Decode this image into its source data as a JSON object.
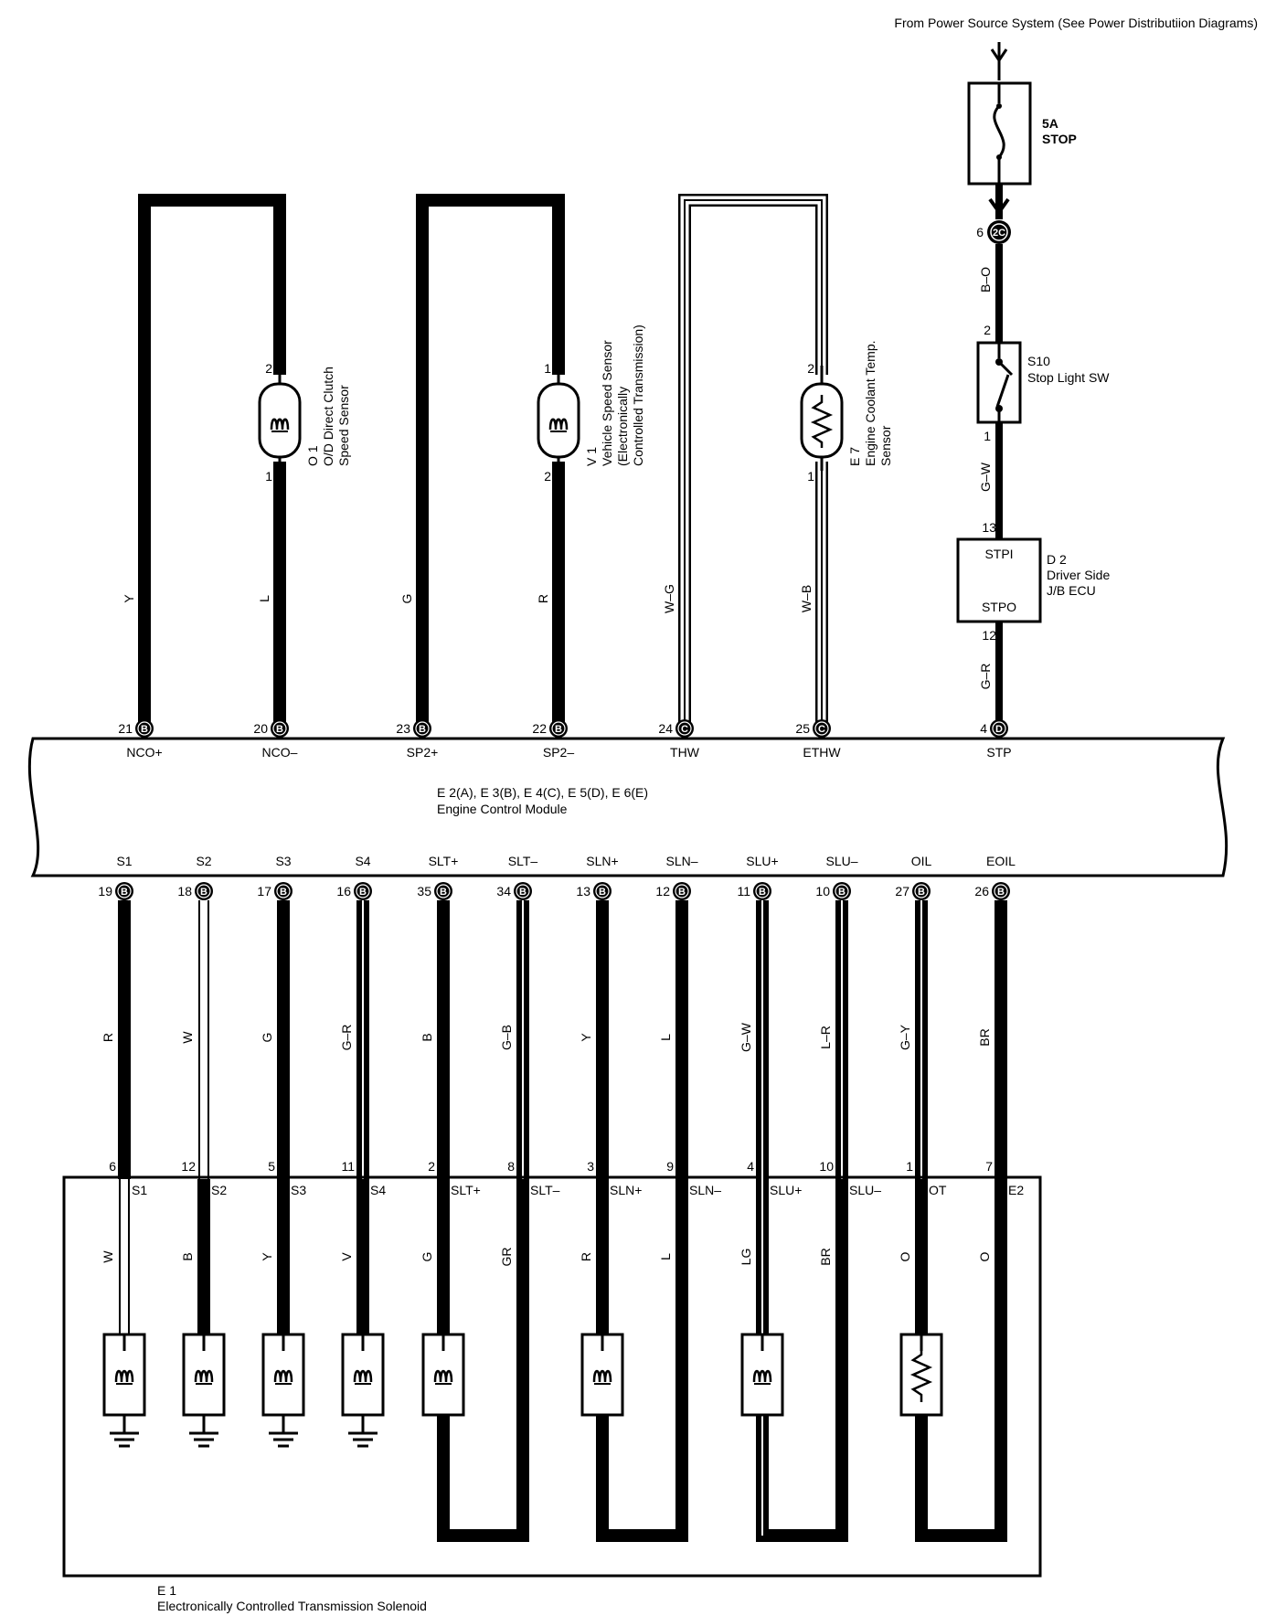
{
  "power_source": "From Power Source System (See Power Distributiion Diagrams)",
  "fuse": {
    "rating": "5A",
    "name": "STOP"
  },
  "junction_2c": {
    "pin": "6",
    "letter": "2C"
  },
  "wire_bo": "B–O",
  "stop_light_sw": {
    "code": "S10",
    "name": "Stop Light SW",
    "pin_top": "2",
    "pin_bottom": "1"
  },
  "wire_gw_stp": "G–W",
  "jb_ecu": {
    "code": "D 2",
    "name_line1": "Driver Side",
    "name_line2": "J/B ECU",
    "terminal_top": "STPI",
    "terminal_bottom": "STPO",
    "pin_top": "13",
    "pin_bottom": "12"
  },
  "wire_gr_stp": "G–R",
  "sensors": [
    {
      "code": "O 1",
      "line1": "O/D Direct Clutch",
      "line2": "Speed Sensor",
      "line3": "",
      "pin_top": "2",
      "pin_bottom": "1"
    },
    {
      "code": "V 1",
      "line1": "Vehicle Speed Sensor",
      "line2": "(Electronically",
      "line3": "Controlled Transmission)",
      "pin_top": "1",
      "pin_bottom": "2"
    },
    {
      "code": "E 7",
      "line1": "Engine Coolant Temp.",
      "line2": "Sensor",
      "line3": "",
      "pin_top": "2",
      "pin_bottom": "1"
    }
  ],
  "top_wires": [
    {
      "color": "Y",
      "pin": "21",
      "conn": "B",
      "terminal": "NCO+"
    },
    {
      "color": "L",
      "pin": "20",
      "conn": "B",
      "terminal": "NCO–"
    },
    {
      "color": "G",
      "pin": "23",
      "conn": "B",
      "terminal": "SP2+"
    },
    {
      "color": "R",
      "pin": "22",
      "conn": "B",
      "terminal": "SP2–"
    },
    {
      "color": "W–G",
      "pin": "24",
      "conn": "C",
      "terminal": "THW"
    },
    {
      "color": "W–B",
      "pin": "25",
      "conn": "C",
      "terminal": "ETHW"
    },
    {
      "color": "",
      "pin": "4",
      "conn": "D",
      "terminal": "STP"
    }
  ],
  "ecm": {
    "line1": "E 2(A), E 3(B), E 4(C), E 5(D), E 6(E)",
    "line2": "Engine Control Module"
  },
  "bottom_wires": [
    {
      "terminal": "S1",
      "pin": "19",
      "conn": "B",
      "color": "R",
      "sol_pin": "6",
      "sol_terminal": "S1",
      "inner_color": "W"
    },
    {
      "terminal": "S2",
      "pin": "18",
      "conn": "B",
      "color": "W",
      "sol_pin": "12",
      "sol_terminal": "S2",
      "inner_color": "B"
    },
    {
      "terminal": "S3",
      "pin": "17",
      "conn": "B",
      "color": "G",
      "sol_pin": "5",
      "sol_terminal": "S3",
      "inner_color": "Y"
    },
    {
      "terminal": "S4",
      "pin": "16",
      "conn": "B",
      "color": "G–R",
      "sol_pin": "11",
      "sol_terminal": "S4",
      "inner_color": "V"
    },
    {
      "terminal": "SLT+",
      "pin": "35",
      "conn": "B",
      "color": "B",
      "sol_pin": "2",
      "sol_terminal": "SLT+",
      "inner_color": "G"
    },
    {
      "terminal": "SLT–",
      "pin": "34",
      "conn": "B",
      "color": "G–B",
      "sol_pin": "8",
      "sol_terminal": "SLT–",
      "inner_color": "GR"
    },
    {
      "terminal": "SLN+",
      "pin": "13",
      "conn": "B",
      "color": "Y",
      "sol_pin": "3",
      "sol_terminal": "SLN+",
      "inner_color": "R"
    },
    {
      "terminal": "SLN–",
      "pin": "12",
      "conn": "B",
      "color": "L",
      "sol_pin": "9",
      "sol_terminal": "SLN–",
      "inner_color": "L"
    },
    {
      "terminal": "SLU+",
      "pin": "11",
      "conn": "B",
      "color": "G–W",
      "sol_pin": "4",
      "sol_terminal": "SLU+",
      "inner_color": "LG"
    },
    {
      "terminal": "SLU–",
      "pin": "10",
      "conn": "B",
      "color": "L–R",
      "sol_pin": "10",
      "sol_terminal": "SLU–",
      "inner_color": "BR"
    },
    {
      "terminal": "OIL",
      "pin": "27",
      "conn": "B",
      "color": "G–Y",
      "sol_pin": "1",
      "sol_terminal": "OT",
      "inner_color": "O"
    },
    {
      "terminal": "EOIL",
      "pin": "26",
      "conn": "B",
      "color": "BR",
      "sol_pin": "7",
      "sol_terminal": "E2",
      "inner_color": "O"
    }
  ],
  "solenoid_box": {
    "code": "E 1",
    "name": "Electronically Controlled Transmission Solenoid"
  }
}
